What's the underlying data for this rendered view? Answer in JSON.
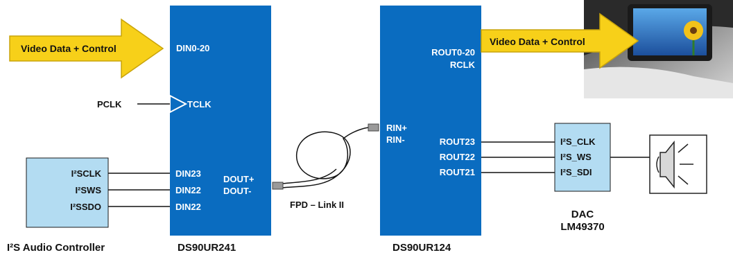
{
  "arrows": {
    "left_label": "Video Data + Control",
    "right_label": "Video Data + Control"
  },
  "serializer": {
    "name": "DS90UR241",
    "din_bus": "DIN0-20",
    "tclk": "TCLK",
    "din23": "DIN23",
    "din22a": "DIN22",
    "din22b": "DIN22",
    "dout_p": "DOUT+",
    "dout_n": "DOUT-"
  },
  "pclk": "PCLK",
  "audio_controller": {
    "name": "I²S Audio Controller",
    "pins": [
      "I²SCLK",
      "I²SWS",
      "I²SSDO"
    ]
  },
  "link": {
    "label": "FPD – Link II"
  },
  "deserializer": {
    "name": "DS90UR124",
    "rin_p": "RIN+",
    "rin_n": "RIN-",
    "rout_bus": "ROUT0-20",
    "rclk": "RCLK",
    "rout23": "ROUT23",
    "rout22": "ROUT22",
    "rout21": "ROUT21"
  },
  "dac": {
    "title": "DAC",
    "part": "LM49370",
    "pins": [
      "I²S_CLK",
      "I²S_WS",
      "I²S_SDI"
    ]
  },
  "colors": {
    "chip_blue": "#0a6cc0",
    "box_light_blue": "#b3dcf2",
    "arrow_yellow": "#f7d019",
    "arrow_outline": "#c9a40a"
  },
  "icons": {
    "speaker": "speaker-icon",
    "screen": "car-screen-photo"
  }
}
